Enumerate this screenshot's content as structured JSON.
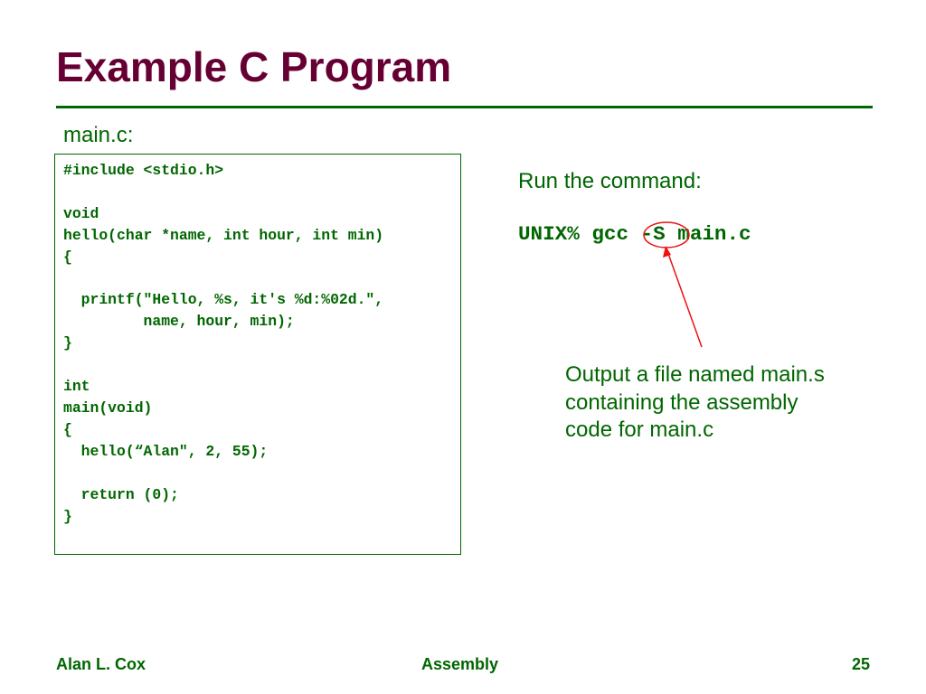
{
  "slide": {
    "title": "Example C Program",
    "file_label": "main.c:",
    "code_lines": [
      "#include <stdio.h>",
      "",
      "void",
      "hello(char *name, int hour, int min)",
      "{",
      "",
      "  printf(\"Hello, %s, it's %d:%02d.\",",
      "         name, hour, min);",
      "}",
      "",
      "int",
      "main(void)",
      "{",
      "  hello(“Alan\", 2, 55);",
      "",
      "  return (0);",
      "}"
    ],
    "run_label": "Run the command:",
    "command": "UNIX% gcc -S main.c",
    "callout_lines": [
      "Output a file named main.s",
      "containing the assembly",
      "code for main.c"
    ]
  },
  "footer": {
    "author": "Alan L. Cox",
    "topic": "Assembly",
    "page": "25"
  },
  "colors": {
    "title": "#660033",
    "rule": "#006600",
    "body_text": "#006600",
    "code_border": "#006600",
    "annotation": "#ee1111"
  }
}
